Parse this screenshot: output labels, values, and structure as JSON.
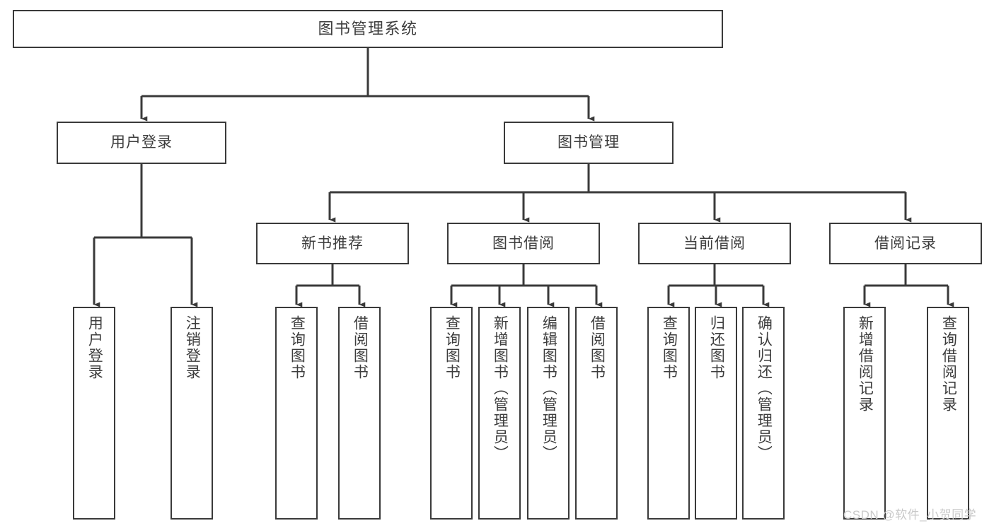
{
  "diagram": {
    "title": "图书管理系统",
    "type": "function-tree",
    "watermark": "CSDN @软件_小贺同学",
    "colors": {
      "box_border": "#3a3a3a",
      "box_fill": "#ffffff",
      "text": "#3d3d3d",
      "line": "#3a3a3a",
      "watermark": "#c9c9c9",
      "background": "#ffffff"
    },
    "nodes": {
      "root": {
        "label": "图书管理系统"
      },
      "level2": [
        {
          "label": "用户登录"
        },
        {
          "label": "图书管理"
        }
      ],
      "level3": [
        {
          "label": "新书推荐"
        },
        {
          "label": "图书借阅"
        },
        {
          "label": "当前借阅"
        },
        {
          "label": "借阅记录"
        }
      ],
      "leaves": {
        "user_login": [
          {
            "label": "用户登录"
          },
          {
            "label": "注销登录"
          }
        ],
        "new_book_recommend": [
          {
            "label": "查询图书"
          },
          {
            "label": "借阅图书"
          }
        ],
        "book_borrow": [
          {
            "label": "查询图书"
          },
          {
            "label": "新增图书（管理员）"
          },
          {
            "label": "编辑图书（管理员）"
          },
          {
            "label": "借阅图书"
          }
        ],
        "current_borrow": [
          {
            "label": "查询图书"
          },
          {
            "label": "归还图书"
          },
          {
            "label": "确认归还（管理员）"
          }
        ],
        "borrow_record": [
          {
            "label": "新增借阅记录"
          },
          {
            "label": "查询借阅记录"
          }
        ]
      }
    }
  }
}
